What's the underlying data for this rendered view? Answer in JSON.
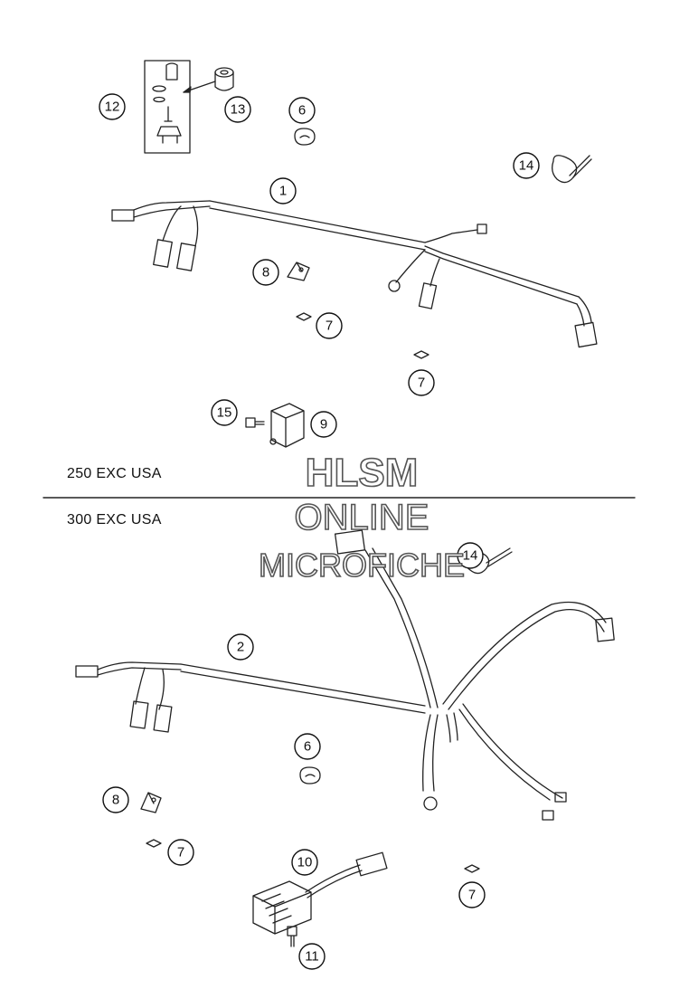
{
  "sections": [
    {
      "model": "250 EXC USA"
    },
    {
      "model": "300 EXC USA"
    }
  ],
  "watermark": {
    "line1": "HLSM",
    "line2": "ONLINE",
    "line3": "MICROFICHE"
  },
  "callouts": {
    "top": [
      "12",
      "13",
      "6",
      "1",
      "14",
      "8",
      "7",
      "7",
      "15",
      "9"
    ],
    "bottom": [
      "14",
      "2",
      "6",
      "8",
      "7",
      "10",
      "7",
      "11"
    ]
  },
  "colors": {
    "line": "#222222",
    "watermark_stroke": "#555555",
    "background": "#ffffff"
  }
}
